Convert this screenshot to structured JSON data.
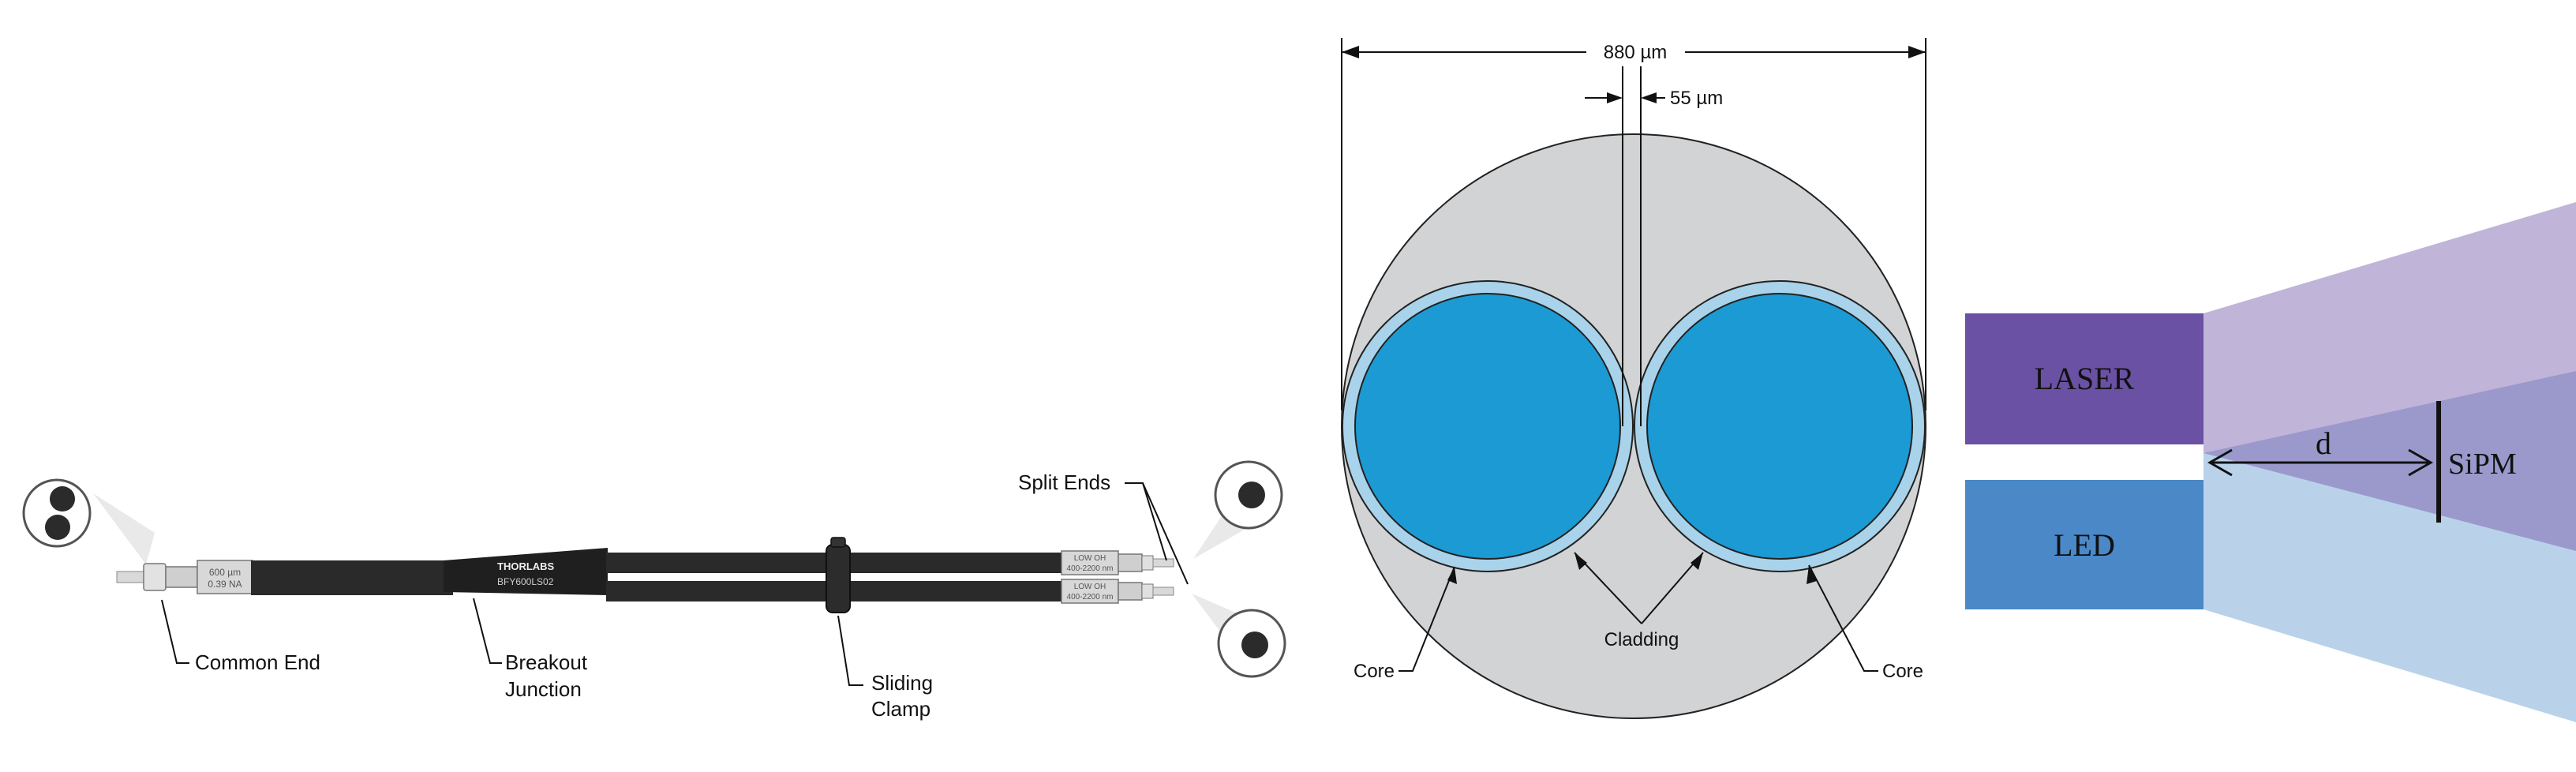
{
  "bundle": {
    "label_common_end": "Common End",
    "label_breakout_line1": "Breakout",
    "label_breakout_line2": "Junction",
    "label_clamp_line1": "Sliding",
    "label_clamp_line2": "Clamp",
    "label_split_ends": "Split Ends",
    "ferrule_text_line1": "600 µm",
    "ferrule_text_line2": "0.39 NA",
    "brand_text": "THORLABS",
    "model_text": "BFY600LS02",
    "split_end_text_line1": "LOW OH",
    "split_end_text_line2": "400-2200 nm"
  },
  "cross_section": {
    "outer_dimension": "880 µm",
    "gap_dimension": "55 µm",
    "label_core_left": "Core",
    "label_core_right": "Core",
    "label_cladding": "Cladding",
    "colors": {
      "jacket": "#d2d3d5",
      "cladding": "#a9d3ea",
      "core": "#1c9ad3"
    }
  },
  "setup": {
    "laser_label": "LASER",
    "led_label": "LED",
    "distance_label": "d",
    "detector_label": "SiPM",
    "colors": {
      "laser": "#6a51a3",
      "led": "#4a88c8",
      "laser_beam": "#c0b4d8",
      "led_beam": "#b9d2ea",
      "overlap": "#9b99cb"
    }
  }
}
